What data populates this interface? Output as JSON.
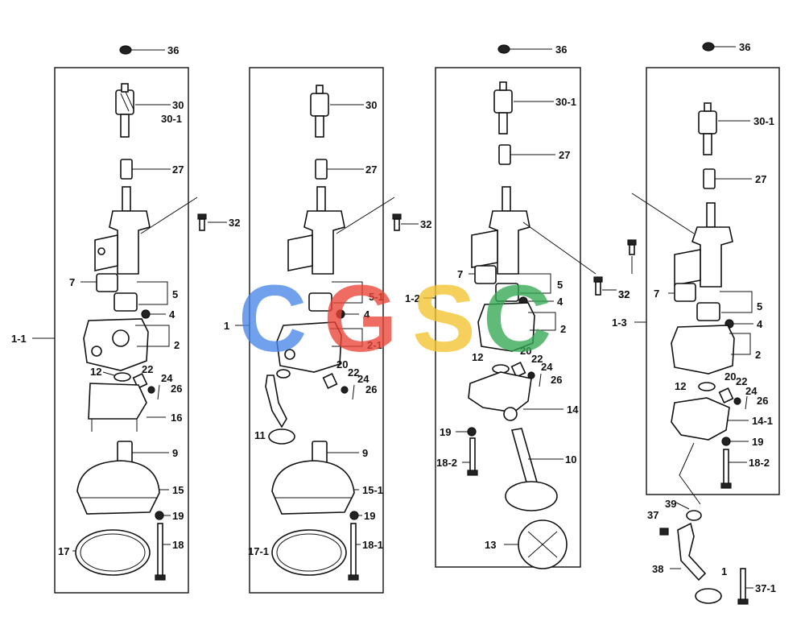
{
  "watermark": {
    "letters": [
      "C",
      "G",
      "S",
      "C"
    ],
    "colors": [
      "#4a86e8",
      "#ea4335",
      "#f4c430",
      "#34a853"
    ]
  },
  "assemblies": [
    {
      "label": "1-1",
      "parts": [
        "36",
        "30",
        "30-1",
        "27",
        "32",
        "7",
        "5",
        "4",
        "2",
        "12",
        "22",
        "24",
        "26",
        "16",
        "9",
        "15",
        "19",
        "17",
        "18"
      ]
    },
    {
      "label": "1",
      "parts": [
        "30",
        "27",
        "32",
        "5-1",
        "4",
        "2-1",
        "20",
        "22",
        "24",
        "26",
        "11",
        "9",
        "15-1",
        "19",
        "17-1",
        "18-1"
      ]
    },
    {
      "label": "1-2",
      "parts": [
        "36",
        "30-1",
        "27",
        "7",
        "5",
        "4",
        "2",
        "32",
        "12",
        "20",
        "22",
        "24",
        "26",
        "14",
        "19",
        "18-2",
        "10",
        "13"
      ]
    },
    {
      "label": "1-3",
      "parts": [
        "36",
        "30-1",
        "27",
        "32",
        "7",
        "5",
        "4",
        "2",
        "12",
        "20",
        "22",
        "24",
        "26",
        "14-1",
        "19",
        "18-2",
        "39",
        "37",
        "38",
        "1",
        "37-1"
      ]
    }
  ]
}
